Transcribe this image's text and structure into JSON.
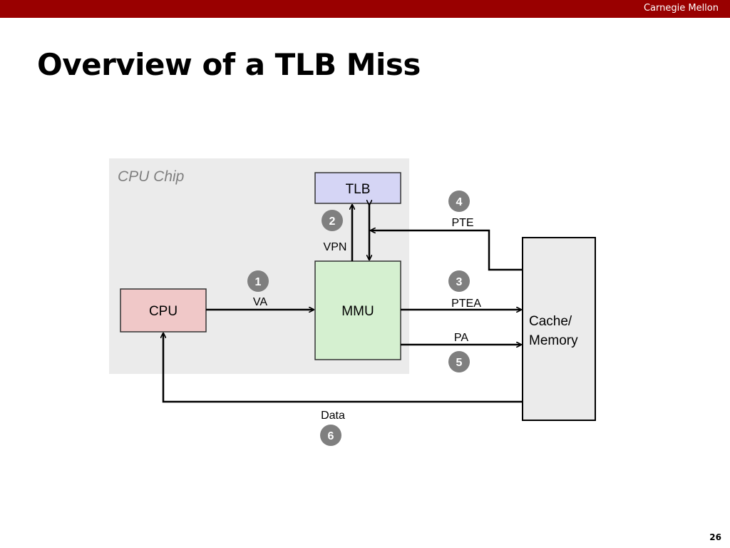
{
  "header": {
    "brand": "Carnegie Mellon"
  },
  "slide": {
    "title": "Overview of a TLB Miss",
    "page_number": "26"
  },
  "diagram": {
    "chip_label": "CPU Chip",
    "boxes": {
      "tlb": {
        "label": "TLB",
        "fill": "#d5d5f5"
      },
      "cpu": {
        "label": "CPU",
        "fill": "#f0c8c8"
      },
      "mmu": {
        "label": "MMU",
        "fill": "#d5f0d0"
      },
      "memory": {
        "line1": "Cache/",
        "line2": "Memory",
        "fill": "#ebebeb"
      }
    },
    "signals": {
      "va": "VA",
      "vpn": "VPN",
      "pte": "PTE",
      "ptea": "PTEA",
      "pa": "PA",
      "data": "Data"
    },
    "steps": [
      "1",
      "2",
      "3",
      "4",
      "5",
      "6"
    ],
    "colors": {
      "chip_bg": "#ebebeb",
      "badge": "#7f7f7f",
      "arrow": "#000000"
    }
  }
}
